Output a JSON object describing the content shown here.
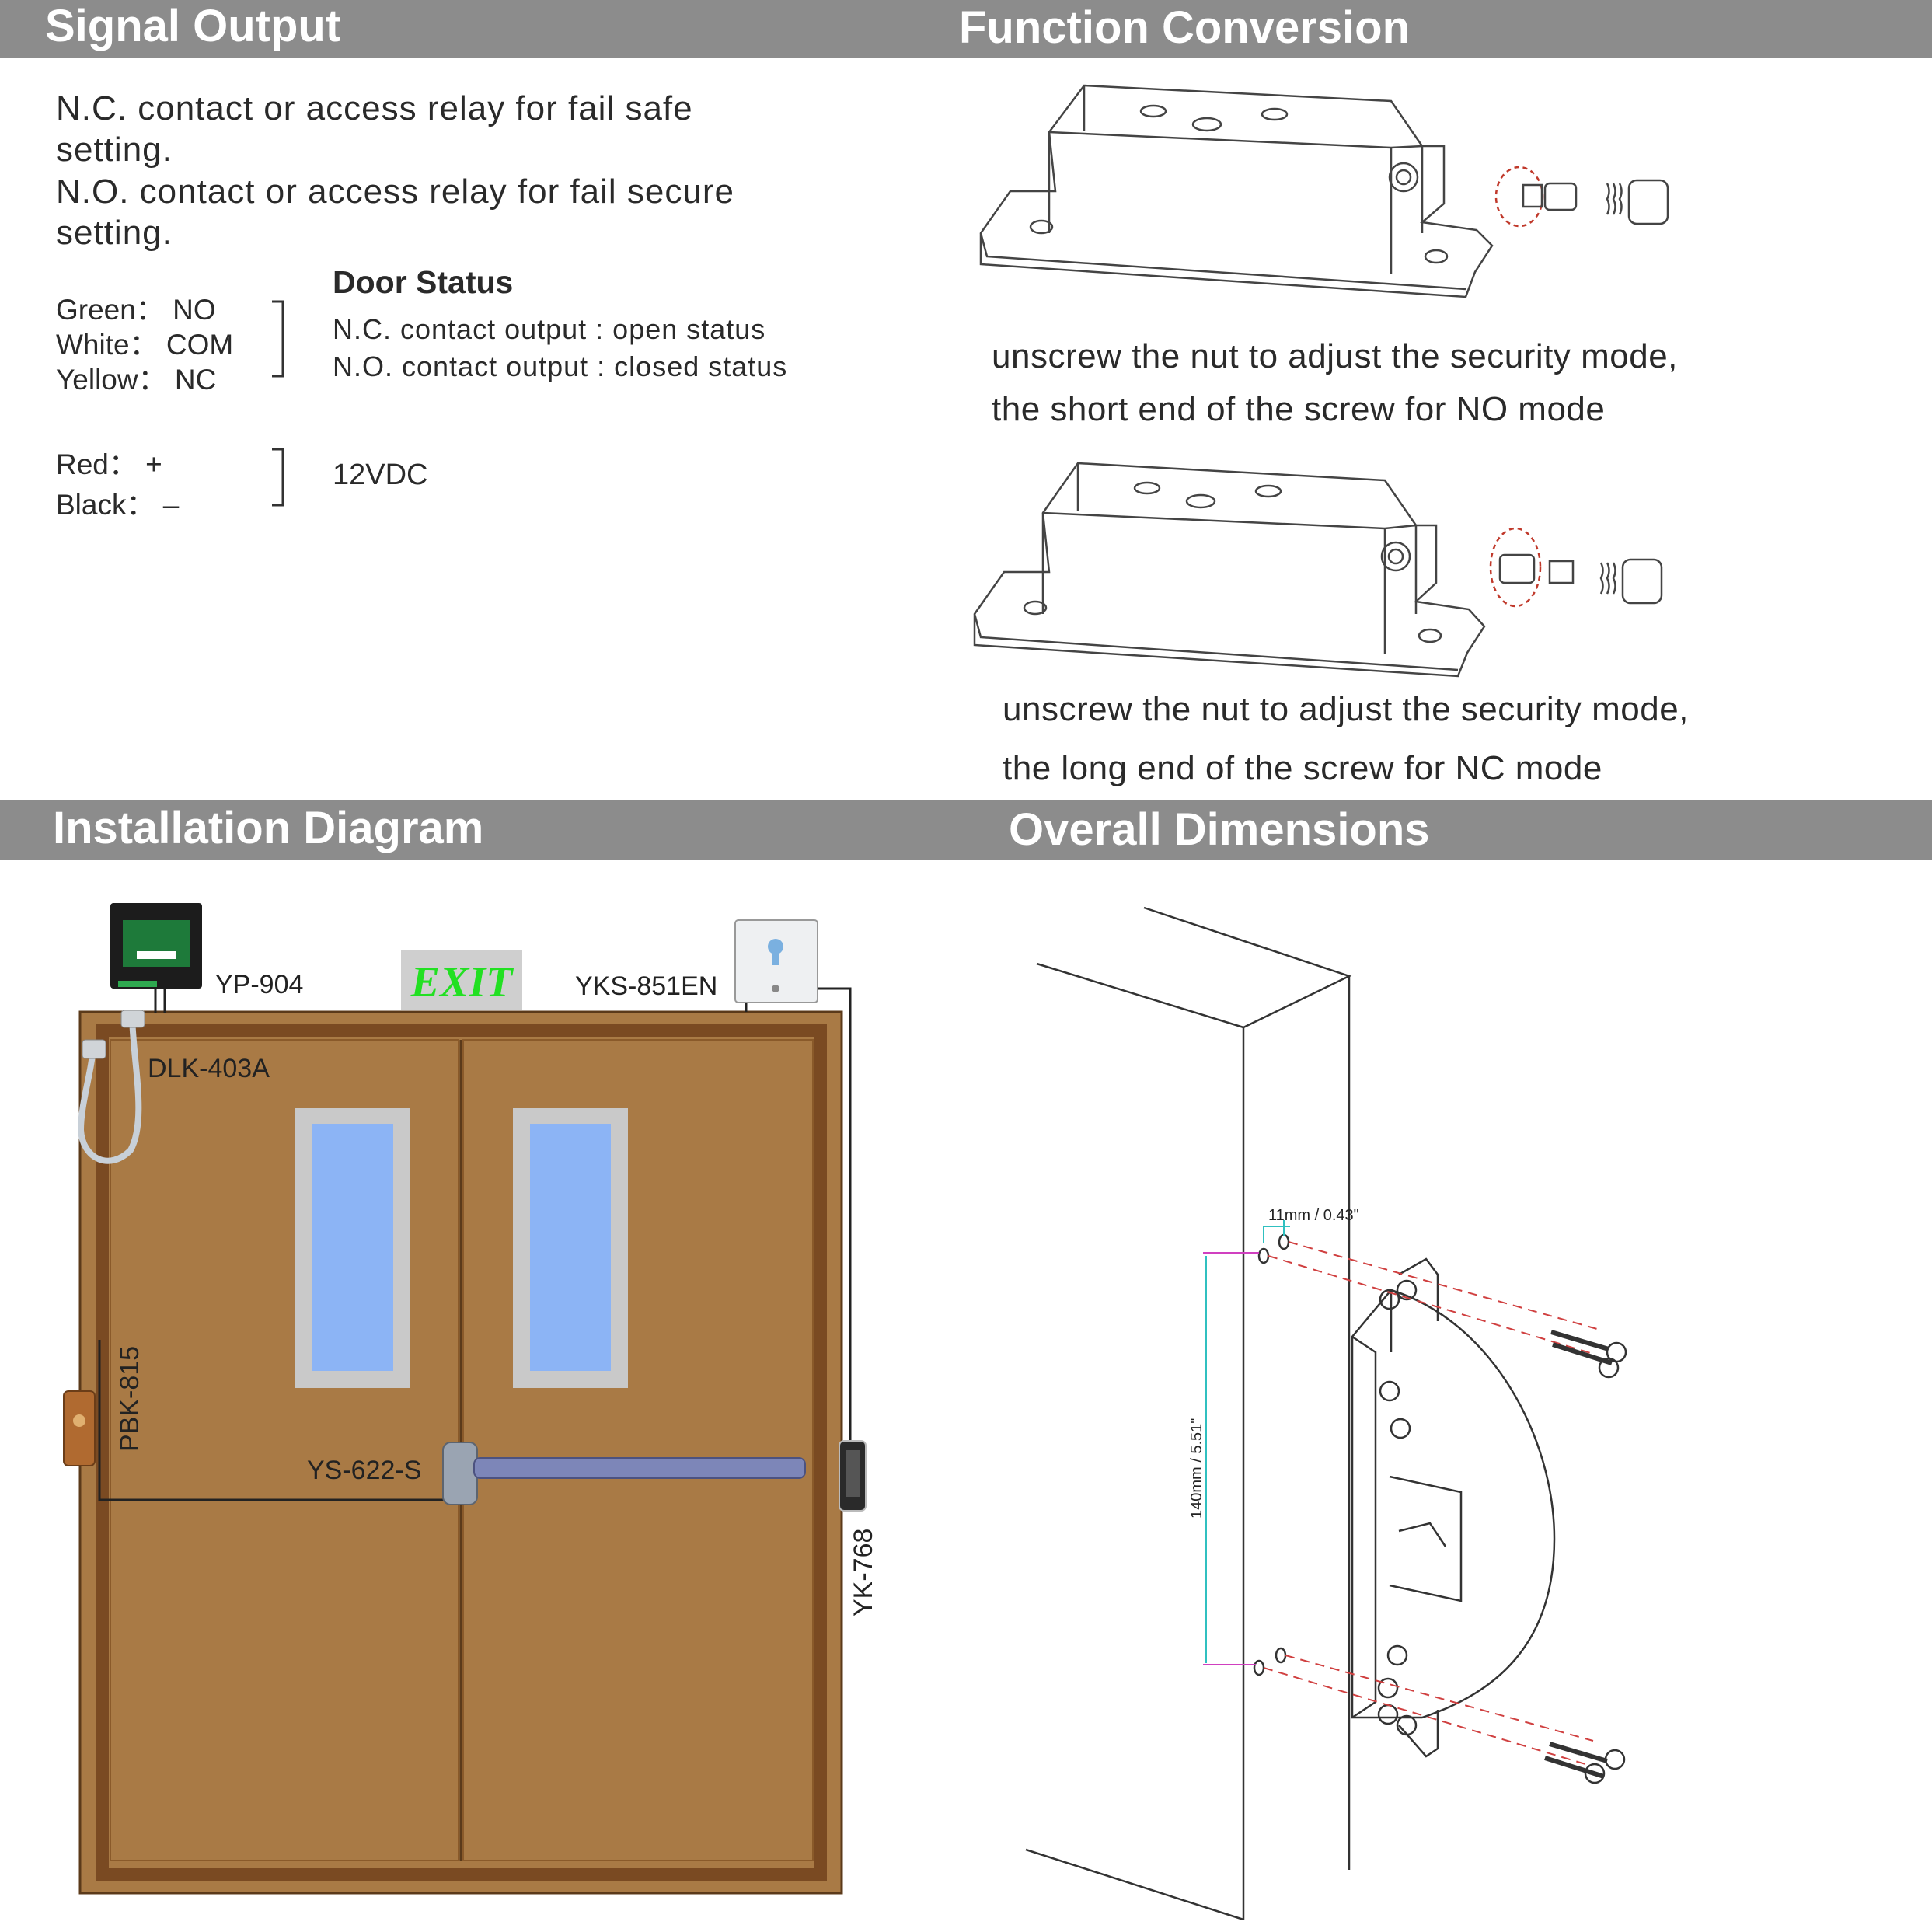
{
  "sections": {
    "signal_output": "Signal Output",
    "function_conversion": "Function Conversion",
    "installation_diagram": "Installation Diagram",
    "overall_dimensions": "Overall Dimensions"
  },
  "signal": {
    "line1": "N.C. contact or access relay for fail safe",
    "line2": "setting.",
    "line3": "N.O. contact or access relay for fail secure",
    "line4": "setting.",
    "wires": {
      "green": "Green： NO",
      "white": "White： COM",
      "yellow": "Yellow： NC",
      "red": "Red： +",
      "black": "Black： –"
    },
    "door_status": {
      "title": "Door Status",
      "nc": "N.C. contact output : open status",
      "no": "N.O. contact output : closed status"
    },
    "voltage": "12VDC"
  },
  "function": {
    "no_line1": "unscrew the nut to adjust the security mode,",
    "no_line2": "the short end of the screw for NO mode",
    "nc_line1": "unscrew the nut to adjust the security mode,",
    "nc_line2": "the long end of the screw for NC mode"
  },
  "installation": {
    "power_supply": "YP-904",
    "exit_sign": "EXIT",
    "key_switch": "YKS-851EN",
    "door_loop": "DLK-403A",
    "exit_button": "PBK-815",
    "panic_bar": "YS-622-S",
    "keypad": "YK-768",
    "colors": {
      "door": "#a97a45",
      "frame": "#7a4a22",
      "glass": "#8cb4f5",
      "exit_text": "#22e022"
    }
  },
  "dimensions": {
    "width_label": "11mm / 0.43\"",
    "height_label": "140mm / 5.51\""
  }
}
